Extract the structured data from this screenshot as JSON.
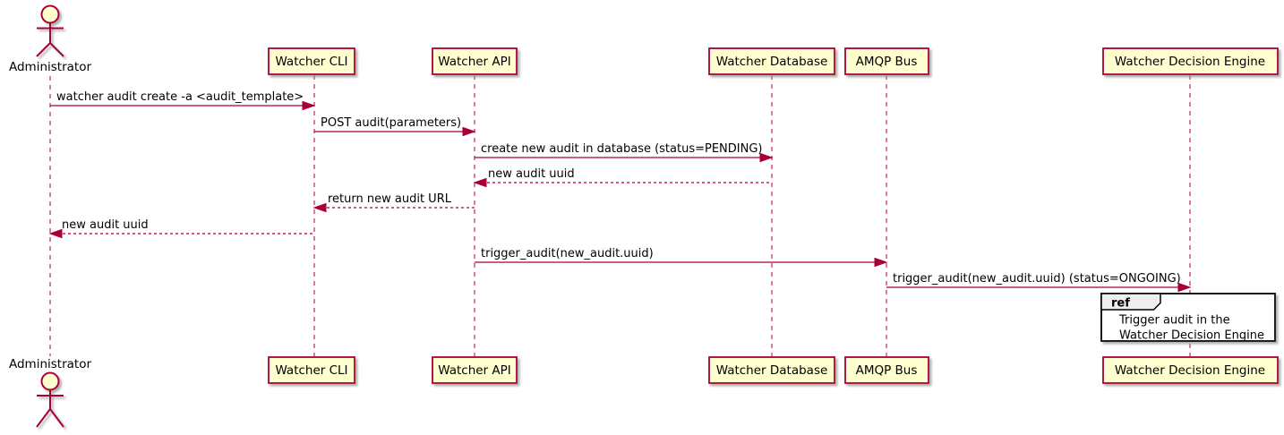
{
  "diagram": {
    "type": "sequence-diagram",
    "colors": {
      "participant_fill": "#FEFECE",
      "participant_border": "#A80036",
      "lifeline": "#A80036",
      "arrow": "#A80036",
      "text": "#000000",
      "ref_header_fill": "#EEEEEE",
      "ref_border": "#000000",
      "background": "#FFFFFF"
    },
    "actor": {
      "label": "Administrator",
      "icon": "stick-figure-icon"
    },
    "participants": [
      {
        "label": "Watcher CLI"
      },
      {
        "label": "Watcher API"
      },
      {
        "label": "Watcher Database"
      },
      {
        "label": "AMQP Bus"
      },
      {
        "label": "Watcher Decision Engine"
      }
    ],
    "messages": [
      {
        "from": "Administrator",
        "to": "Watcher CLI",
        "label": "watcher audit create -a <audit_template>",
        "line": "solid"
      },
      {
        "from": "Watcher CLI",
        "to": "Watcher API",
        "label": "POST audit(parameters)",
        "line": "solid"
      },
      {
        "from": "Watcher API",
        "to": "Watcher Database",
        "label": "create new audit in database (status=PENDING)",
        "line": "solid"
      },
      {
        "from": "Watcher Database",
        "to": "Watcher API",
        "label": "new audit uuid",
        "line": "dashed"
      },
      {
        "from": "Watcher API",
        "to": "Watcher CLI",
        "label": "return new audit URL",
        "line": "dashed"
      },
      {
        "from": "Watcher CLI",
        "to": "Administrator",
        "label": "new audit uuid",
        "line": "dashed"
      },
      {
        "from": "Watcher API",
        "to": "AMQP Bus",
        "label": "trigger_audit(new_audit.uuid)",
        "line": "solid"
      },
      {
        "from": "AMQP Bus",
        "to": "Watcher Decision Engine",
        "label": "trigger_audit(new_audit.uuid) (status=ONGOING)",
        "line": "solid"
      }
    ],
    "ref": {
      "keyword": "ref",
      "line1": "Trigger audit in the",
      "line2": "Watcher Decision Engine",
      "over": "Watcher Decision Engine"
    }
  }
}
